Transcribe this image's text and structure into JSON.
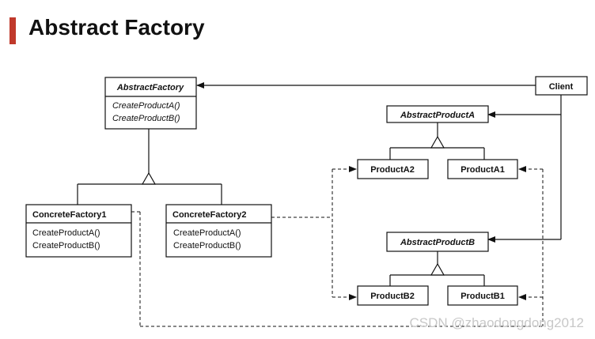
{
  "slide": {
    "title": "Abstract Factory",
    "accent_color": "#c0392b"
  },
  "diagram": {
    "classes": {
      "abstract_factory": {
        "name": "AbstractFactory",
        "operations": [
          "CreateProductA()",
          "CreateProductB()"
        ],
        "abstract": true
      },
      "concrete_factory_1": {
        "name": "ConcreteFactory1",
        "operations": [
          "CreateProductA()",
          "CreateProductB()"
        ],
        "abstract": false
      },
      "concrete_factory_2": {
        "name": "ConcreteFactory2",
        "operations": [
          "CreateProductA()",
          "CreateProductB()"
        ],
        "abstract": false
      },
      "client": {
        "name": "Client"
      },
      "abstract_product_a": {
        "name": "AbstractProductA",
        "abstract": true
      },
      "abstract_product_b": {
        "name": "AbstractProductB",
        "abstract": true
      },
      "product_a2": {
        "name": "ProductA2"
      },
      "product_a1": {
        "name": "ProductA1"
      },
      "product_b2": {
        "name": "ProductB2"
      },
      "product_b1": {
        "name": "ProductB1"
      }
    },
    "relations": [
      {
        "from": "Client",
        "to": "AbstractFactory",
        "type": "association"
      },
      {
        "from": "Client",
        "to": "AbstractProductA",
        "type": "association"
      },
      {
        "from": "Client",
        "to": "AbstractProductB",
        "type": "association"
      },
      {
        "from": "ConcreteFactory1",
        "to": "AbstractFactory",
        "type": "inheritance"
      },
      {
        "from": "ConcreteFactory2",
        "to": "AbstractFactory",
        "type": "inheritance"
      },
      {
        "from": "ProductA2",
        "to": "AbstractProductA",
        "type": "inheritance"
      },
      {
        "from": "ProductA1",
        "to": "AbstractProductA",
        "type": "inheritance"
      },
      {
        "from": "ProductB2",
        "to": "AbstractProductB",
        "type": "inheritance"
      },
      {
        "from": "ProductB1",
        "to": "AbstractProductB",
        "type": "inheritance"
      },
      {
        "from": "ConcreteFactory2",
        "to": "ProductA2",
        "type": "dependency"
      },
      {
        "from": "ConcreteFactory2",
        "to": "ProductB2",
        "type": "dependency"
      },
      {
        "from": "ConcreteFactory1",
        "to": "ProductA1",
        "type": "dependency"
      },
      {
        "from": "ConcreteFactory1",
        "to": "ProductB1",
        "type": "dependency"
      }
    ]
  },
  "watermark": "CSDN @zhaodongdong2012"
}
